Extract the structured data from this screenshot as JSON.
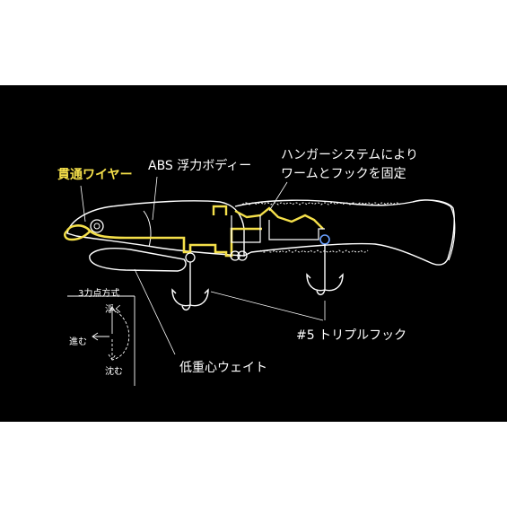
{
  "colors": {
    "background": "#000000",
    "line": "#ffffff",
    "wire": "#f5e04a"
  },
  "labels": {
    "wire": "貫通ワイヤー",
    "abs_body": "ABS 浮力ボディー",
    "hanger_line1": "ハンガーシステムにより",
    "hanger_line2": "ワームとフックを固定",
    "treble_hook": "#5 トリプルフック",
    "weight": "低重心ウェイト"
  },
  "legend": {
    "title": "3力点方式",
    "float": "浮く",
    "advance": "進む",
    "sink": "沈む"
  }
}
